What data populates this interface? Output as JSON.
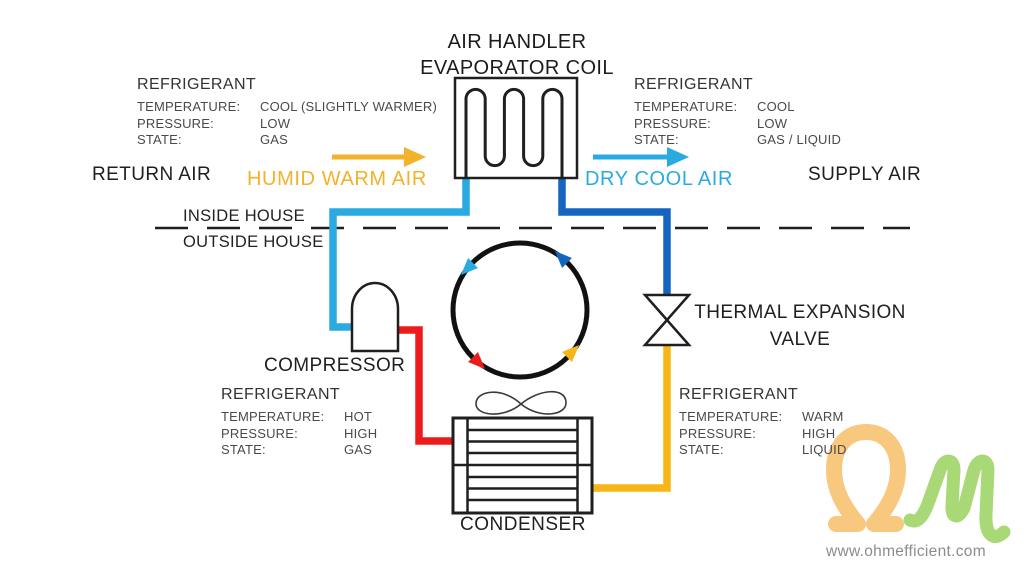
{
  "colors": {
    "cool_gas_pipe": "#29ABE2",
    "cold_mix_pipe": "#1565C0",
    "hot_gas_pipe": "#ED1C1C",
    "warm_liquid_pipe": "#F8B517",
    "humid_warm_air_text": "#F2B229",
    "dry_cool_air_text": "#29ABE2",
    "line_color": "#1F1F1F",
    "logo_omega": "#F8C87E",
    "logo_m": "#A9D876"
  },
  "title": {
    "line1": "AIR HANDLER",
    "line2": "EVAPORATOR COIL"
  },
  "airflow": {
    "return_air": "RETURN AIR",
    "humid_warm_air": "HUMID WARM AIR",
    "dry_cool_air": "DRY COOL AIR",
    "supply_air": "SUPPLY AIR"
  },
  "boundary": {
    "inside": "INSIDE HOUSE",
    "outside": "OUTSIDE HOUSE"
  },
  "components": {
    "compressor": "COMPRESSOR",
    "condenser": "CONDENSER",
    "valve_line1": "THERMAL EXPANSION",
    "valve_line2": "VALVE"
  },
  "refrigerant_blocks": [
    {
      "position": "top-left",
      "header": "REFRIGERANT",
      "rows": [
        {
          "label": "TEMPERATURE:",
          "value": "COOL (SLIGHTLY WARMER)"
        },
        {
          "label": "PRESSURE:",
          "value": "LOW"
        },
        {
          "label": "STATE:",
          "value": "GAS"
        }
      ]
    },
    {
      "position": "top-right",
      "header": "REFRIGERANT",
      "rows": [
        {
          "label": "TEMPERATURE:",
          "value": "COOL"
        },
        {
          "label": "PRESSURE:",
          "value": "LOW"
        },
        {
          "label": "STATE:",
          "value": "GAS / LIQUID"
        }
      ]
    },
    {
      "position": "bottom-left",
      "header": "REFRIGERANT",
      "rows": [
        {
          "label": "TEMPERATURE:",
          "value": "HOT"
        },
        {
          "label": "PRESSURE:",
          "value": "HIGH"
        },
        {
          "label": "STATE:",
          "value": "GAS"
        }
      ]
    },
    {
      "position": "bottom-right",
      "header": "REFRIGERANT",
      "rows": [
        {
          "label": "TEMPERATURE:",
          "value": "WARM"
        },
        {
          "label": "PRESSURE:",
          "value": "HIGH"
        },
        {
          "label": "STATE:",
          "value": "LIQUID"
        }
      ]
    }
  ],
  "footer": {
    "website": "www.ohmefficient.com"
  }
}
